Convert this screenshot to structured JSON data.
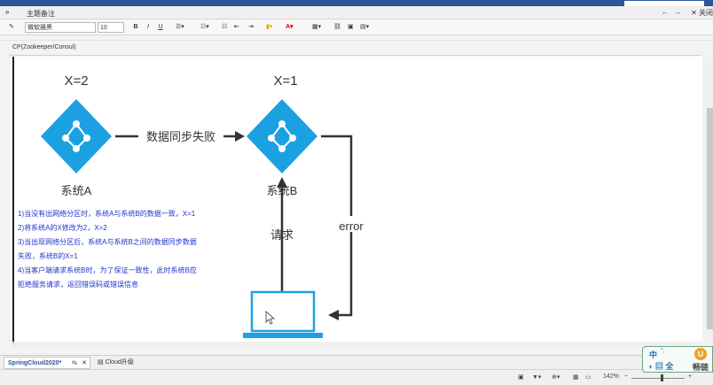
{
  "header": {
    "collapse_glyph": "»",
    "title": "主题备注",
    "nav_back": "←",
    "nav_forward": "→",
    "close": "✕ 关闭"
  },
  "toolbar": {
    "font_name": "微软雅黑",
    "font_size": "10",
    "bold": "B",
    "italic": "I",
    "underline": "U"
  },
  "note": {
    "title": "CP(Zookeeper/Consul)"
  },
  "diagram": {
    "label_a_value": "X=2",
    "label_b_value": "X=1",
    "node_a_name": "系统A",
    "node_b_name": "系统B",
    "sync_fail_label": "数据同步失败",
    "request_label": "请求",
    "error_label": "error"
  },
  "description": {
    "lines": [
      "1)当没有出网络分区时，系统A与系统B的数据一致，X=1",
      "2)将系统A的X修改为2，X=2",
      "3)当出现网络分区后，系统A与系统B之间的数据同步数据",
      "失败，系统B的X=1",
      "4)当客户端请求系统B时，为了保证一致性，此时系统B应",
      "拒绝服务请求，返回错误码或错误信息"
    ]
  },
  "tabs": {
    "active_label": "SpringCloud2020*",
    "active_pin": "↹",
    "active_close": "✕",
    "other_label": "Cloud升级"
  },
  "status": {
    "zoom_label": "142%",
    "zoom_minus": "−",
    "zoom_plus": "+"
  },
  "ime": {
    "lang": "中",
    "row2": "◗ ▤ 全",
    "brand": "畅链",
    "logo": "U"
  },
  "colors": {
    "accent": "#2b579a",
    "node_blue": "#1ba1e2",
    "description_text": "#1f35c8"
  }
}
